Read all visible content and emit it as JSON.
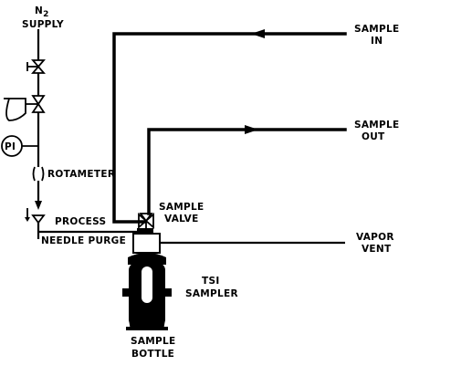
{
  "labels": {
    "n2_supply_line1": "N",
    "n2_supply_sub": "2",
    "n2_supply_line2": "SUPPLY",
    "sample_in_line1": "SAMPLE",
    "sample_in_line2": "IN",
    "sample_out_line1": "SAMPLE",
    "sample_out_line2": "OUT",
    "pressure_indicator": "PI",
    "rotameter": "ROTAMETER",
    "sample_valve_line1": "SAMPLE",
    "sample_valve_line2": "VALVE",
    "process": "PROCESS",
    "needle_purge": "NEEDLE PURGE",
    "vapor_vent_line1": "VAPOR",
    "vapor_vent_line2": "VENT",
    "tsi_sampler_line1": "TSI",
    "tsi_sampler_line2": "SAMPLER",
    "sample_bottle_line1": "SAMPLE",
    "sample_bottle_line2": "BOTTLE"
  },
  "colors": {
    "line": "#000000",
    "background": "#ffffff"
  }
}
